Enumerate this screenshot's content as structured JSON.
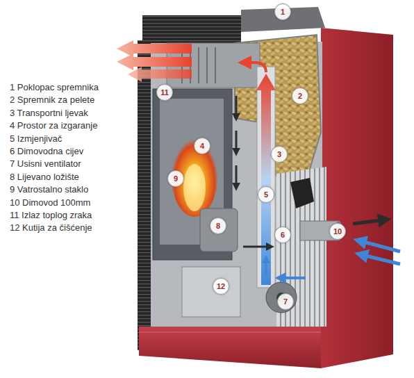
{
  "diagram": {
    "nodes": [
      {
        "text": [
          "1"
        ]
      },
      {
        "text": [
          "2"
        ]
      },
      {
        "text": [
          "3"
        ]
      },
      {
        "text": [
          "4"
        ]
      },
      {
        "text": [
          "5"
        ]
      },
      {
        "text": [
          "6"
        ]
      },
      {
        "text": [
          "7"
        ]
      },
      {
        "text": [
          "8"
        ]
      },
      {
        "text": [
          "9"
        ]
      },
      {
        "text": [
          "10"
        ]
      },
      {
        "text": [
          "11"
        ]
      },
      {
        "text": [
          "12"
        ]
      }
    ],
    "labels": [
      "1 Poklopac spremnika",
      "2 Spremnik za pelete",
      "3 Transportni ljevak",
      "4 Prostor za izgaranje",
      "5 Izmjenjivač",
      "6 Dimovodna cijev",
      "7 Usisni ventilator",
      "8 Lijevano ložište",
      "9 Vatrostalno staklo",
      "10 Dimovod 100mm",
      "11 Izlaz toplog zraka",
      "12 Kutija za čišćenje"
    ]
  }
}
